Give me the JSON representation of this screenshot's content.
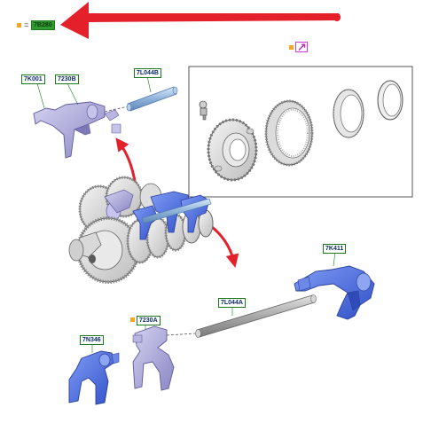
{
  "header": {
    "reference_label": "7B280",
    "equals_sign": "="
  },
  "callouts": {
    "part_7k001": "7K001",
    "part_7230b": "7230B",
    "part_7l044b": "7L044B",
    "part_7k411": "7K411",
    "part_7l044a": "7L044A",
    "part_7230a": "7230A",
    "part_7n346": "7N346"
  },
  "colors": {
    "arrow_red": "#e4202a",
    "fork_blue": "#4a6fe0",
    "fork_lavender": "#a9a6d8",
    "label_border_green": "#1c7a1c",
    "marker_orange": "#f5a623",
    "link_magenta": "#d63ad6"
  },
  "icons": {
    "detail_link": "external-link-icon"
  }
}
